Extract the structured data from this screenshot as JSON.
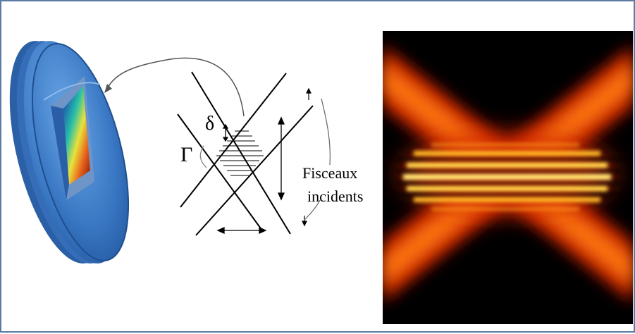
{
  "diagram": {
    "symbols": {
      "delta": "δ",
      "gamma": "Γ"
    },
    "label": {
      "line1": "Fisceaux",
      "line2": "incidents"
    },
    "colors": {
      "border": "#5b7ba4",
      "device": "#3a78c4",
      "lines": "#000000",
      "pattern_dark": "#000000",
      "pattern_mid": "#b01800",
      "pattern_bright": "#ffd24a"
    }
  }
}
